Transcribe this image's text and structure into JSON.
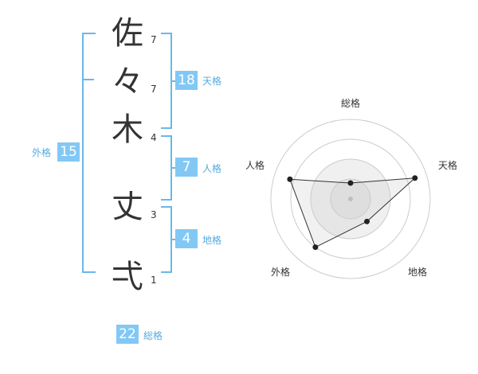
{
  "colors": {
    "accent": "#82c8f5",
    "accent_text": "#55aade",
    "bracket": "#6bb7ea",
    "text": "#333333"
  },
  "characters": [
    {
      "char": "佐",
      "strokes": "7"
    },
    {
      "char": "々",
      "strokes": "7"
    },
    {
      "char": "木",
      "strokes": "4"
    },
    {
      "char": "丈",
      "strokes": "3"
    },
    {
      "char": "弌",
      "strokes": "1"
    }
  ],
  "fortunes": {
    "tenkaku": {
      "value": "18",
      "label": "天格"
    },
    "jinkaku": {
      "value": "7",
      "label": "人格"
    },
    "chikaku": {
      "value": "4",
      "label": "地格"
    },
    "gaikaku": {
      "value": "15",
      "label": "外格"
    },
    "soukaku": {
      "value": "22",
      "label": "総格"
    }
  },
  "chart_data": {
    "type": "radar",
    "axes": [
      "総格",
      "天格",
      "地格",
      "外格",
      "人格"
    ],
    "values": [
      0.2,
      0.85,
      0.35,
      0.75,
      0.8
    ],
    "rings": 4,
    "range": [
      0,
      1
    ]
  }
}
